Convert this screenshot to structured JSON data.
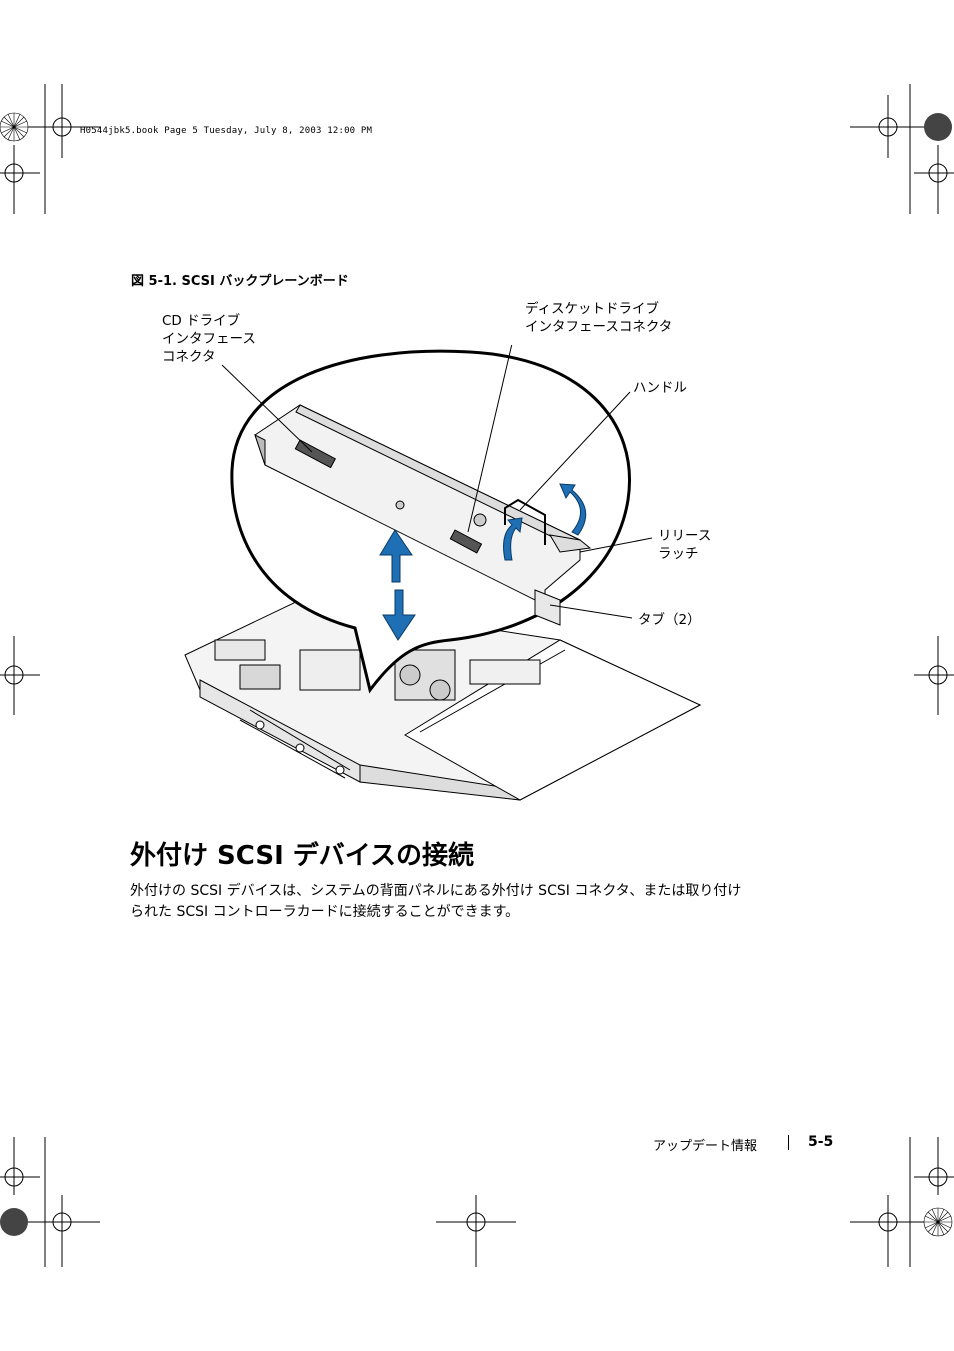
{
  "slug_line": "H0544jbk5.book  Page 5  Tuesday, July 8, 2003  12:00 PM",
  "figure": {
    "caption": "図 5-1.   SCSI バックプレーンボード",
    "callouts": {
      "cd_interface": "CD ドライブ\nインタフェース\nコネクタ",
      "diskette_interface": "ディスケットドライブ\nインタフェースコネクタ",
      "handle": "ハンドル",
      "release_latch": "リリース\nラッチ",
      "tabs": "タブ（2）"
    }
  },
  "section": {
    "heading": "外付け SCSI デバイスの接続",
    "body": "外付けの SCSI デバイスは、システムの背面パネルにある外付け SCSI コネクタ、または取り付けられた SCSI コントローラカードに接続することができます。"
  },
  "footer": {
    "section_title": "アップデート情報",
    "page_number": "5-5"
  },
  "colors": {
    "arrow_blue": "#1f6fb5"
  }
}
